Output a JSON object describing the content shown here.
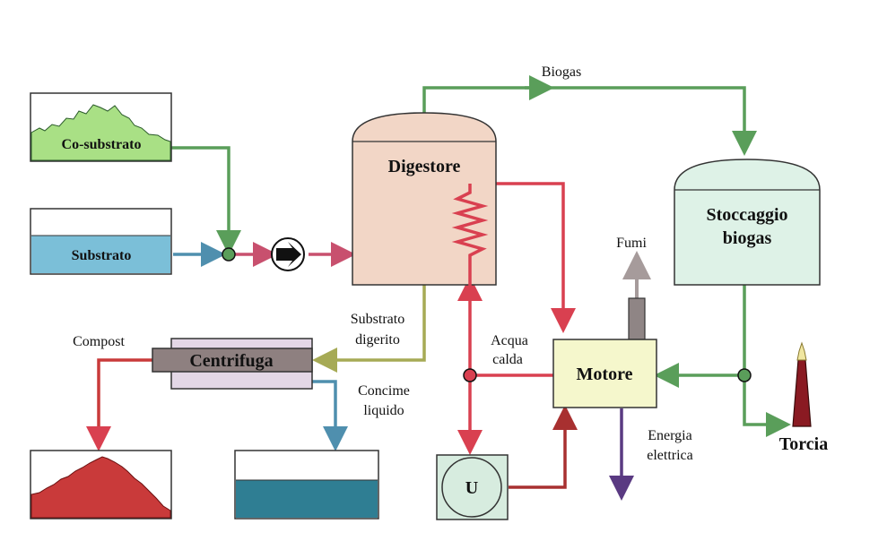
{
  "labels": {
    "co_substrato": "Co-substrato",
    "substrato": "Substrato",
    "digestore": "Digestore",
    "biogas": "Biogas",
    "stoccaggio_line1": "Stoccaggio",
    "stoccaggio_line2": "biogas",
    "fumi": "Fumi",
    "motore": "Motore",
    "acqua_line1": "Acqua",
    "acqua_line2": "calda",
    "substrato_digerito_line1": "Substrato",
    "substrato_digerito_line2": "digerito",
    "compost": "Compost",
    "centrifuga": "Centrifuga",
    "concime_line1": "Concime",
    "concime_line2": "liquido",
    "energia_line1": "Energia",
    "energia_line2": "elettrica",
    "torcia": "Torcia",
    "u": "U"
  },
  "colors": {
    "green_flow": "#5a9e5a",
    "red_flow": "#d94050",
    "pink_flow": "#c8506e",
    "blue_flow": "#4f8fae",
    "olive_flow": "#a6aa55",
    "darkred_flow": "#a83030",
    "purple_flow": "#5a3a82",
    "grey_flow": "#a69b9b",
    "digestore_fill": "#f2d6c6",
    "stoccaggio_fill": "#def2e7",
    "motore_fill": "#f5f7cc",
    "centrifuga_fill": "#e3d7e6",
    "centrifuga_core": "#8e8080",
    "co_substrato_fill": "#a9e085",
    "substrato_fill": "#7bbfd8",
    "compost_fill": "#c93a3a",
    "concime_fill": "#2f7e93",
    "u_fill": "#d7ecdf",
    "torcia_fill": "#8a1a22",
    "flame_fill": "#f0e6a0"
  }
}
